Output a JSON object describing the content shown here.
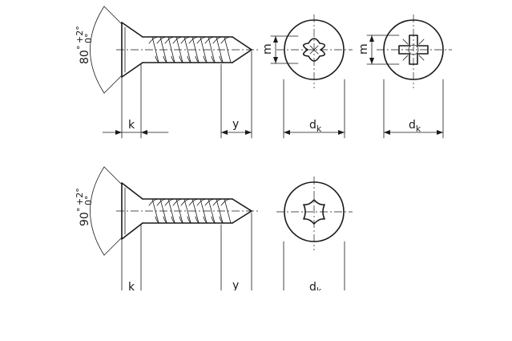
{
  "top_row": {
    "angle_value": "80",
    "tol_plus": "+2°",
    "tol_minus": "0°",
    "deg": "°",
    "dim_k": "k",
    "dim_y": "y",
    "dim_m_front": "m",
    "dim_dk_front": "d",
    "dim_dk_front_sub": "k",
    "dim_m_side": "m",
    "dim_dk_side": "d",
    "dim_dk_side_sub": "k"
  },
  "bottom_row": {
    "angle_value": "90",
    "tol_plus": "+2°",
    "tol_minus": "0°",
    "deg": "°",
    "dim_k": "k",
    "dim_y": "y",
    "dim_dk": "d",
    "dim_dk_sub": "k"
  }
}
